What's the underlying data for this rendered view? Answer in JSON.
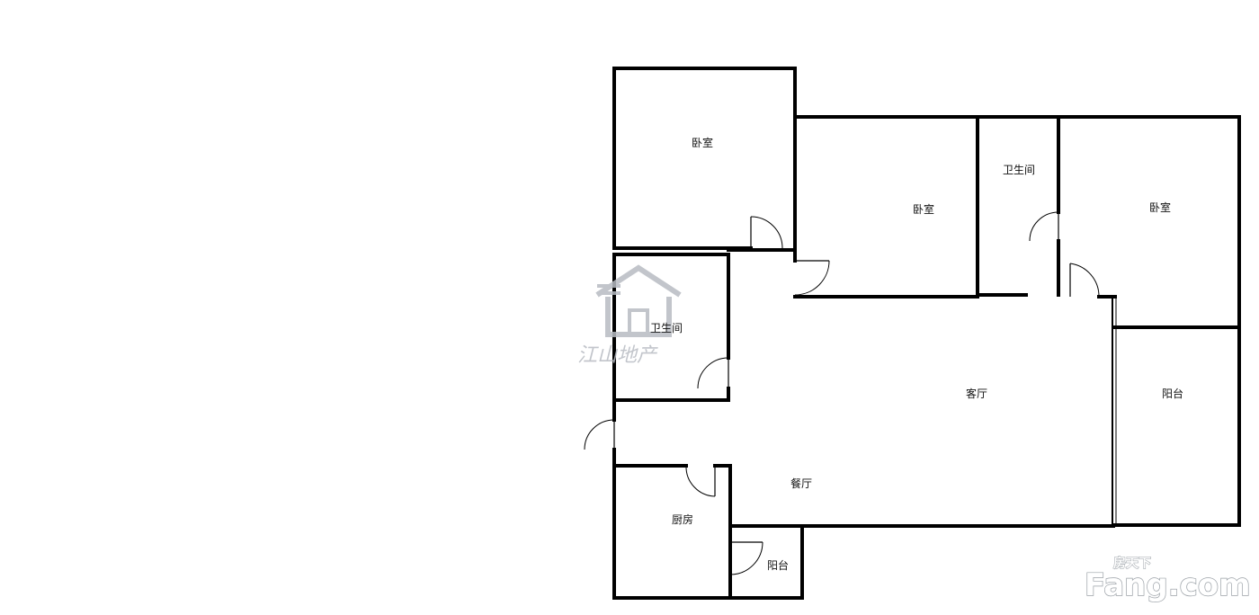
{
  "rooms": {
    "bedroom_1": "卧室",
    "bedroom_2": "卧室",
    "bedroom_3": "卧室",
    "bathroom_1": "卫生间",
    "bathroom_2": "卫生间",
    "living_room": "客厅",
    "dining_room": "餐厅",
    "kitchen": "厨房",
    "balcony_1": "阳台",
    "balcony_2": "阳台"
  },
  "watermark": {
    "agency_name": "江山地产"
  },
  "logo": {
    "brand": "Fang.com",
    "brand_cn": "房天下"
  }
}
